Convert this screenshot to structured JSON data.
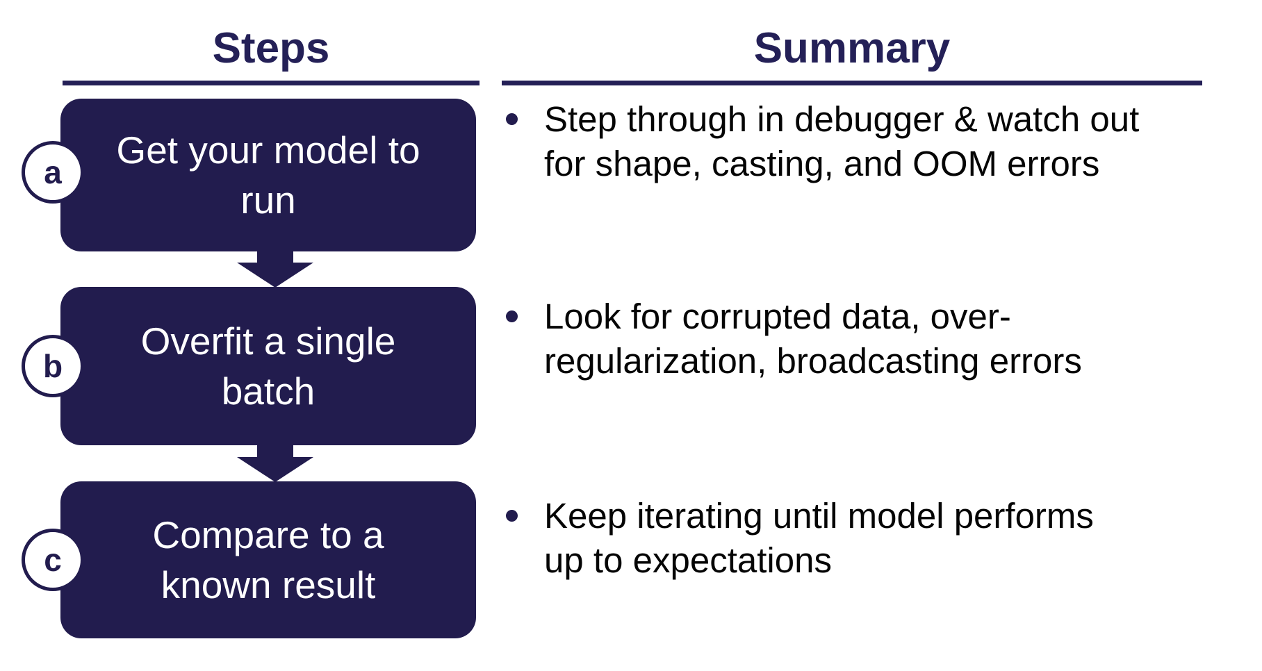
{
  "colors": {
    "accent_navy": "#221c4e",
    "header_navy": "#242057",
    "body_text": "#050505",
    "box_text": "#ffffff",
    "background": "#ffffff"
  },
  "columns": {
    "steps": {
      "title": "Steps"
    },
    "summary": {
      "title": "Summary"
    }
  },
  "steps": [
    {
      "badge": "a",
      "label_line1": "Get your model to",
      "label_line2": "run"
    },
    {
      "badge": "b",
      "label_line1": "Overfit a single",
      "label_line2": "batch"
    },
    {
      "badge": "c",
      "label_line1": "Compare to a",
      "label_line2": "known result"
    }
  ],
  "summary": [
    {
      "line1": "Step through in debugger & watch out",
      "line2": "for shape, casting, and OOM errors"
    },
    {
      "line1": "Look for corrupted data, over-",
      "line2": "regularization, broadcasting errors"
    },
    {
      "line1": "Keep iterating until model performs",
      "line2": "up to expectations"
    }
  ]
}
